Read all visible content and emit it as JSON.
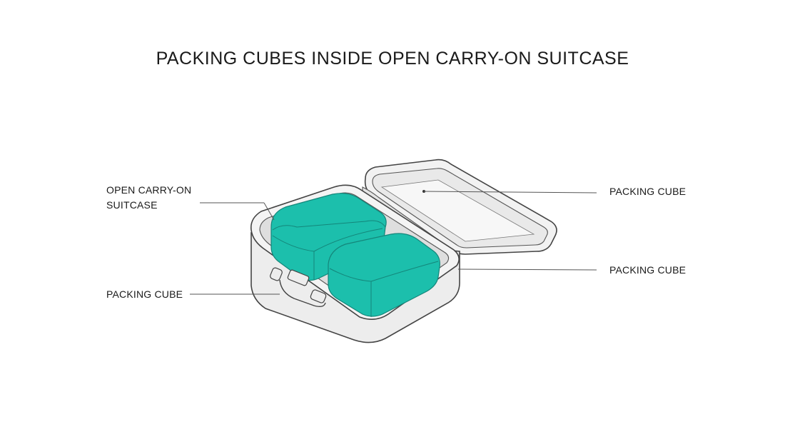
{
  "diagram": {
    "title": "PACKING CUBES INSIDE OPEN CARRY-ON SUITCASE",
    "labels": {
      "suitcase": {
        "line1": "OPEN CARRY-ON",
        "line2": "SUITCASE"
      },
      "cube_left": "PACKING CUBE",
      "cube_lid": "PACKING CUBE",
      "cube_right": "PACKING CUBE"
    }
  },
  "colors": {
    "cube_fill": "#1cbfac",
    "cube_shadow": "#11a595",
    "shell_fill": "#efefef",
    "shell_stroke": "#4a4a4a",
    "leader_line": "#555555"
  }
}
